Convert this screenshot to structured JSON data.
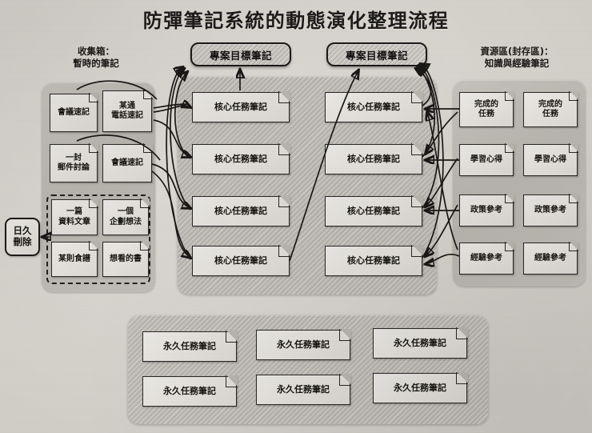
{
  "title": "防彈筆記系統的動態演化整理流程",
  "sections": {
    "inbox": {
      "caption": "收集箱：\n暫時的筆記",
      "notes": [
        {
          "label": "會議速記"
        },
        {
          "label": "某通\n電話速記"
        },
        {
          "label": "一封\n郵件討論"
        },
        {
          "label": "會議速記"
        }
      ],
      "dashed_notes": [
        {
          "label": "一篇\n資料文章"
        },
        {
          "label": "一個\n企劃想法"
        },
        {
          "label": "某則食譜"
        },
        {
          "label": "想看的書"
        }
      ]
    },
    "delete": {
      "label": "日久\n刪除"
    },
    "goals": [
      {
        "label": "專案目標筆記"
      },
      {
        "label": "專案目標筆記"
      }
    ],
    "core": {
      "left_column": [
        {
          "label": "核心任務筆記"
        },
        {
          "label": "核心任務筆記"
        },
        {
          "label": "核心任務筆記"
        },
        {
          "label": "核心任務筆記"
        }
      ],
      "right_column": [
        {
          "label": "核心任務筆記"
        },
        {
          "label": "核心任務筆記"
        },
        {
          "label": "核心任務筆記"
        },
        {
          "label": "核心任務筆記"
        }
      ]
    },
    "resource": {
      "caption": "資源區(封存區)：\n知識與經驗筆記",
      "left_column": [
        {
          "label": "完成的\n任務"
        },
        {
          "label": "學習心得"
        },
        {
          "label": "政策參考"
        },
        {
          "label": "經驗參考"
        }
      ],
      "right_column": [
        {
          "label": "完成的\n任務"
        },
        {
          "label": "學習心得"
        },
        {
          "label": "政策參考"
        },
        {
          "label": "經驗參考"
        }
      ]
    },
    "permanent": {
      "notes": [
        {
          "label": "永久任務筆記"
        },
        {
          "label": "永久任務筆記"
        },
        {
          "label": "永久任務筆記"
        },
        {
          "label": "永久任務筆記"
        },
        {
          "label": "永久任務筆記"
        },
        {
          "label": "永久任務筆記"
        }
      ]
    }
  },
  "colors": {
    "background": "#d8d4cf",
    "panel": "#bdb9b3",
    "note": "#e7e4df",
    "ink": "#1a1816"
  }
}
